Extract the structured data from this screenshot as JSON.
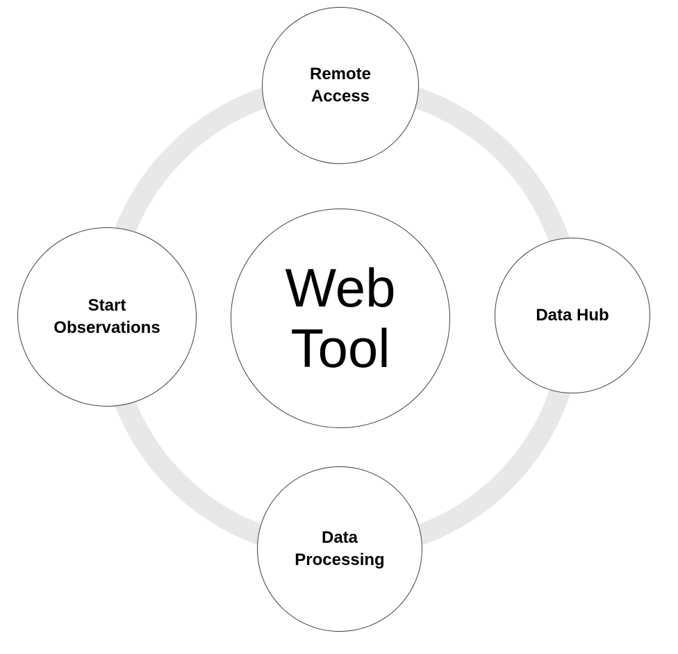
{
  "diagram": {
    "type": "radial-cycle",
    "center": {
      "id": "web-tool",
      "label": "Web Tool"
    },
    "nodes": [
      {
        "id": "remote-access",
        "label": "Remote Access",
        "position": "top"
      },
      {
        "id": "data-hub",
        "label": "Data Hub",
        "position": "right"
      },
      {
        "id": "data-processing",
        "label": "Data Processing",
        "position": "bottom"
      },
      {
        "id": "start-observations",
        "label": "Start Observations",
        "position": "left"
      }
    ],
    "colors": {
      "background": "#ffffff",
      "ring": "#e8e8e8",
      "node_fill": "#ffffff",
      "node_stroke": "#3f3f3f",
      "label_text": "#000000"
    }
  }
}
